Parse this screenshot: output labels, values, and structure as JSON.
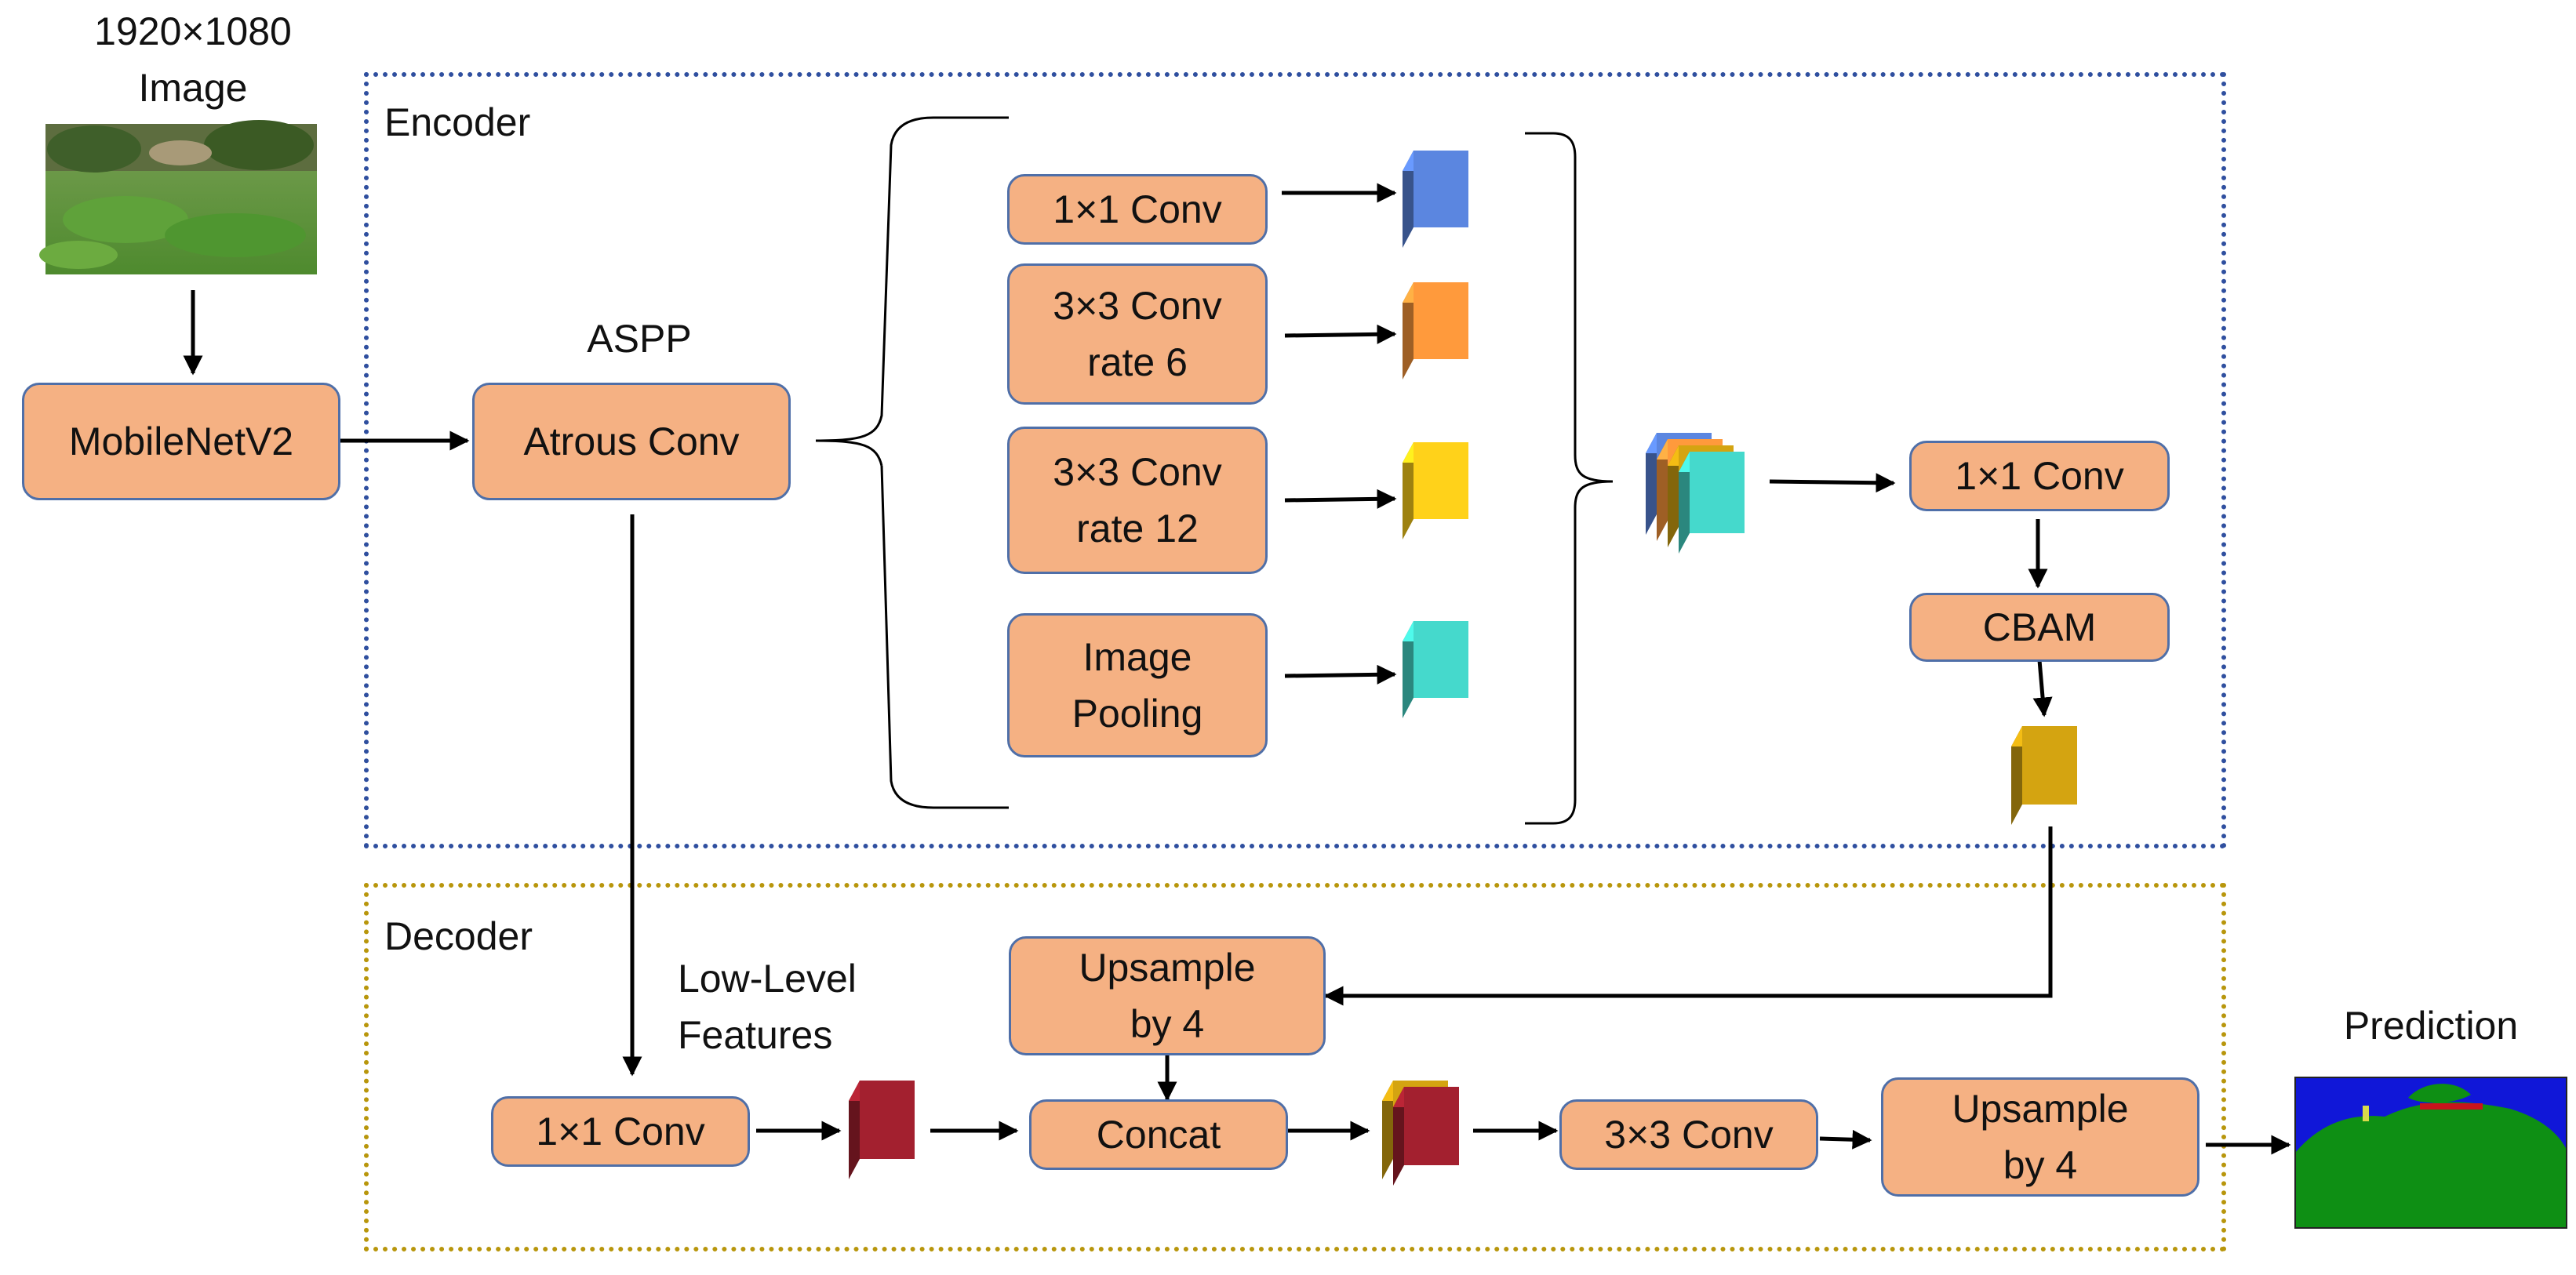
{
  "input": {
    "title_line1": "1920×1080",
    "title_line2": "Image"
  },
  "encoder": {
    "label": "Encoder",
    "aspp_label": "ASPP"
  },
  "decoder": {
    "label": "Decoder",
    "low_level_line1": "Low-Level",
    "low_level_line2": "Features"
  },
  "boxes": {
    "backbone": "MobileNetV2",
    "atrous": "Atrous Conv",
    "conv1x1_branch": "1×1 Conv",
    "conv3x3_r6_line1": "3×3 Conv",
    "conv3x3_r6_line2": "rate 6",
    "conv3x3_r12_line1": "3×3 Conv",
    "conv3x3_r12_line2": "rate 12",
    "pool_line1": "Image",
    "pool_line2": "Pooling",
    "conv1x1_post": "1×1 Conv",
    "cbam": "CBAM",
    "up1_line1": "Upsample",
    "up1_line2": "by 4",
    "lowlevel_conv": "1×1 Conv",
    "concat": "Concat",
    "conv3x3_dec": "3×3 Conv",
    "up2_line1": "Upsample",
    "up2_line2": "by 4"
  },
  "output": {
    "label": "Prediction"
  },
  "colors": {
    "box_fill": "#f5b183",
    "box_border": "#4f6fa8",
    "encoder_border": "#2f4f9f",
    "decoder_border": "#b8960c",
    "feature_blue": "#5b86e0",
    "feature_orange": "#ff9a3c",
    "feature_yellow": "#ffd21a",
    "feature_cyan": "#45d9cc",
    "feature_gold": "#d4a411",
    "feature_red": "#a3202f"
  }
}
